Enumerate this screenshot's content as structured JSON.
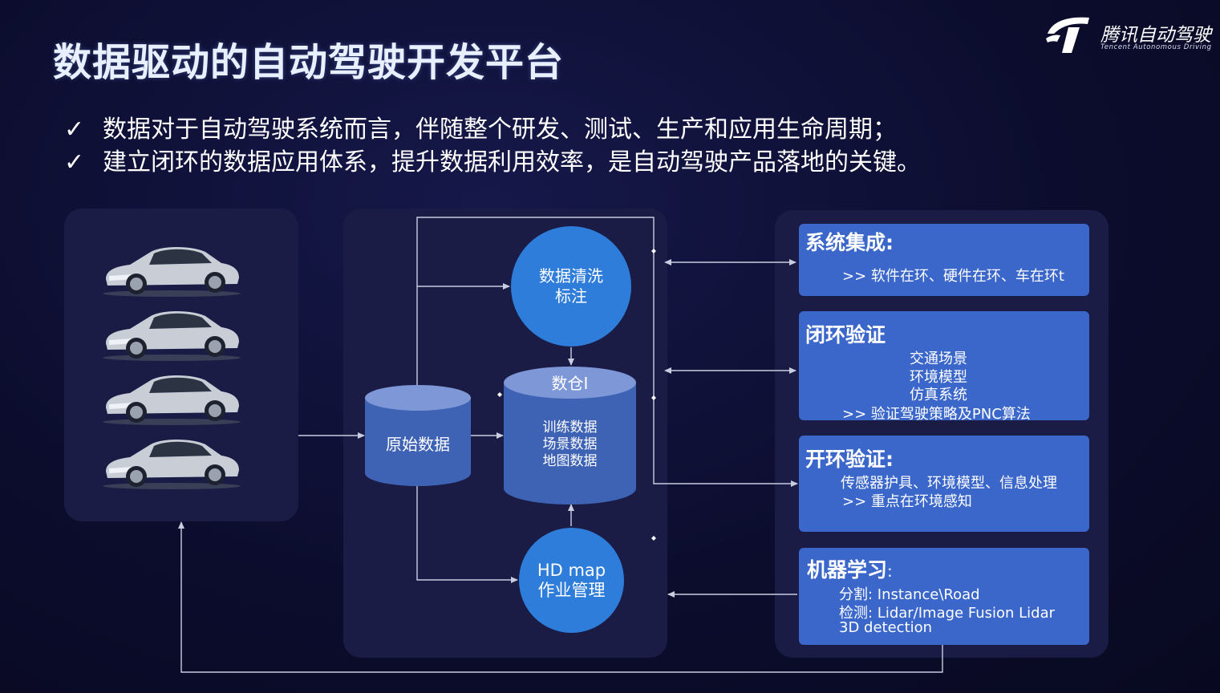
{
  "header": {
    "title": "数据驱动的自动驾驶开发平台",
    "logo_cn": "腾讯自动驾驶",
    "logo_en": "Tencent Autonomous Driving"
  },
  "bullets": [
    {
      "check": "✓",
      "text": "数据对于自动驾驶系统而言，伴随整个研发、测试、生产和应用生命周期；"
    },
    {
      "check": "✓",
      "text": "建立闭环的数据应用体系，提升数据利用效率，是自动驾驶产品落地的关键。"
    }
  ],
  "cars": {
    "count": 4,
    "icon": "car-icon",
    "body_color": "#c9ced6"
  },
  "flow": {
    "raw_data": "原始数据",
    "cleaning": {
      "line1": "数据清洗",
      "line2": "标注"
    },
    "warehouse": {
      "title": "数仓I",
      "items": [
        "训练数据",
        "场景数据",
        "地图数据"
      ]
    },
    "hdmap": {
      "line1": "HD map",
      "line2": "作业管理"
    }
  },
  "boxes": {
    "system": {
      "title": "系统集成:",
      "line1": ">> 软件在环、硬件在环、车在环t"
    },
    "closed": {
      "title": "闭环验证",
      "line1": "交通场景",
      "line2": "环境模型",
      "line3": "仿真系统",
      "line4": ">> 验证驾驶策略及PNC算法"
    },
    "open": {
      "title": "开环验证:",
      "line1": "传感器护具、环境模型、信息处理",
      "line2": ">> 重点在环境感知"
    },
    "ml": {
      "title": "机器学习",
      "title_suffix": ":",
      "line1": "分割: Instance\\Road",
      "line2": "检测: Lidar/Image Fusion Lidar",
      "line3": "3D detection"
    }
  },
  "colors": {
    "background": "#0c0d2e",
    "panel": "#1a1c45",
    "accent_box": "#3a67c9",
    "circle": "#2e7ddb",
    "cylinder": "#3e63b4",
    "cylinder_top": "#7e97d6",
    "connector": "#c8cde0"
  }
}
